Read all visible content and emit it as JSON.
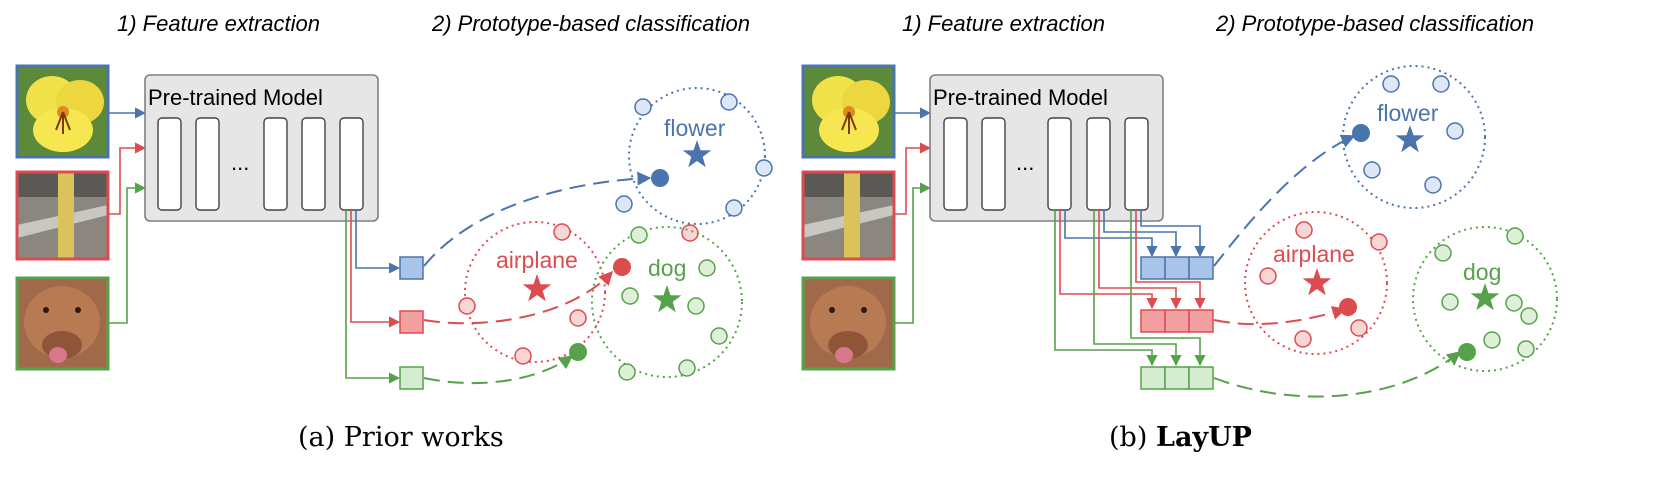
{
  "panels": [
    {
      "step1_header": "1) Feature extraction",
      "step2_header": "2) Prototype-based classification",
      "model_label": "Pre-trained Model",
      "ellipsis": "...",
      "caption_prefix": "(a)",
      "caption_text": "Prior works",
      "classes": {
        "flower": "flower",
        "airplane": "airplane",
        "dog": "dog"
      }
    },
    {
      "step1_header": "1) Feature extraction",
      "step2_header": "2) Prototype-based classification",
      "model_label": "Pre-trained Model",
      "ellipsis": "...",
      "caption_prefix": "(b)",
      "caption_text": "LayUP",
      "classes": {
        "flower": "flower",
        "airplane": "airplane",
        "dog": "dog"
      }
    }
  ],
  "colors": {
    "blue": "#4a74ad",
    "blue_fill": "#a9c4e8",
    "blue_light": "#dde7f6",
    "red": "#dc4c4f",
    "red_fill": "#f2a0a1",
    "red_light": "#f8d6d6",
    "green": "#56a24a",
    "green_fill": "#bfe0b7",
    "green_light": "#dff0da",
    "box_fill": "#e6e6e6",
    "box_stroke": "#808080"
  }
}
